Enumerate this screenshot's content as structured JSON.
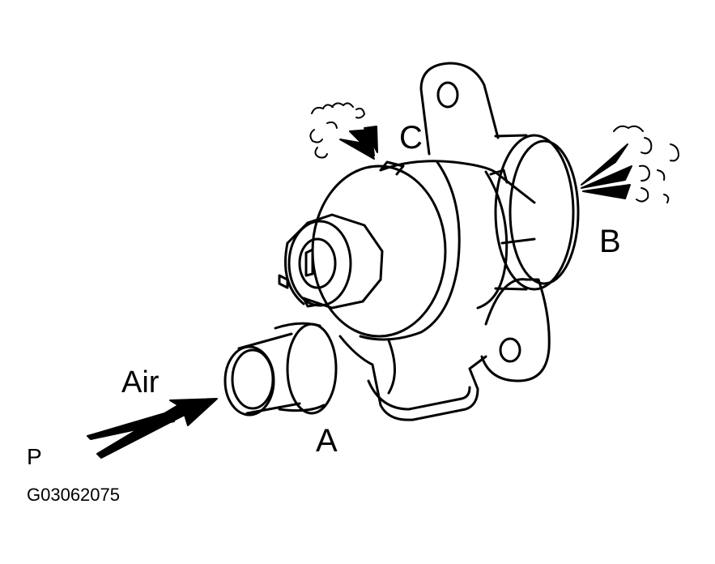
{
  "labels": {
    "port_c": "C",
    "port_b": "B",
    "port_a": "A",
    "air": "Air",
    "p": "P",
    "figure_id": "G03062075"
  },
  "colors": {
    "line": "#000000",
    "background": "#ffffff"
  }
}
